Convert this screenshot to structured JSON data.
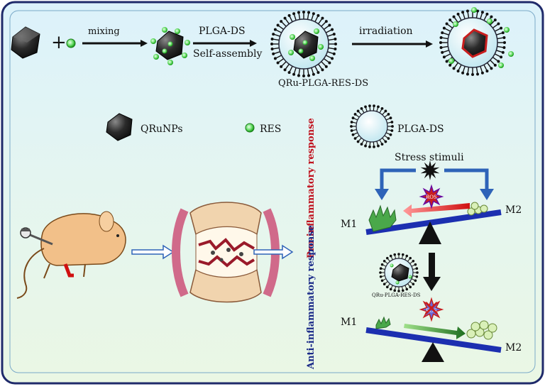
{
  "top_flow": {
    "mixing": "mixing",
    "plga_ds": "PLGA-DS",
    "self_assembly": "Self-assembly",
    "irradiation": "irradiation",
    "product": "QRu-PLGA-RES-DS"
  },
  "legend": {
    "qrunps": "QRuNPs",
    "res": "RES",
    "plga_ds": "PLGA-DS"
  },
  "mechanism": {
    "stress": "Stress stimuli",
    "pro_response": "Pro-inflammatory response",
    "anti_response": "Anti-inflammatory response",
    "m1_top": "M1",
    "m2_top": "M2",
    "m1_bottom": "M1",
    "m2_bottom": "M2",
    "nanoparticle_label": "QRu-PLGA-RES-DS",
    "ros_top": "ROS",
    "ros_bottom": "ROS"
  },
  "colors": {
    "background_top": "#e0f4fa",
    "background_bottom": "#e9f7e6",
    "frame": "#1f2a6a",
    "arrow_blue": "#2e63b8",
    "pro_text": "#c0121e",
    "anti_text": "#1a2a88",
    "beam_blue": "#1c2fb0",
    "res_green": "#39c439",
    "mouse": "#f2c089"
  }
}
